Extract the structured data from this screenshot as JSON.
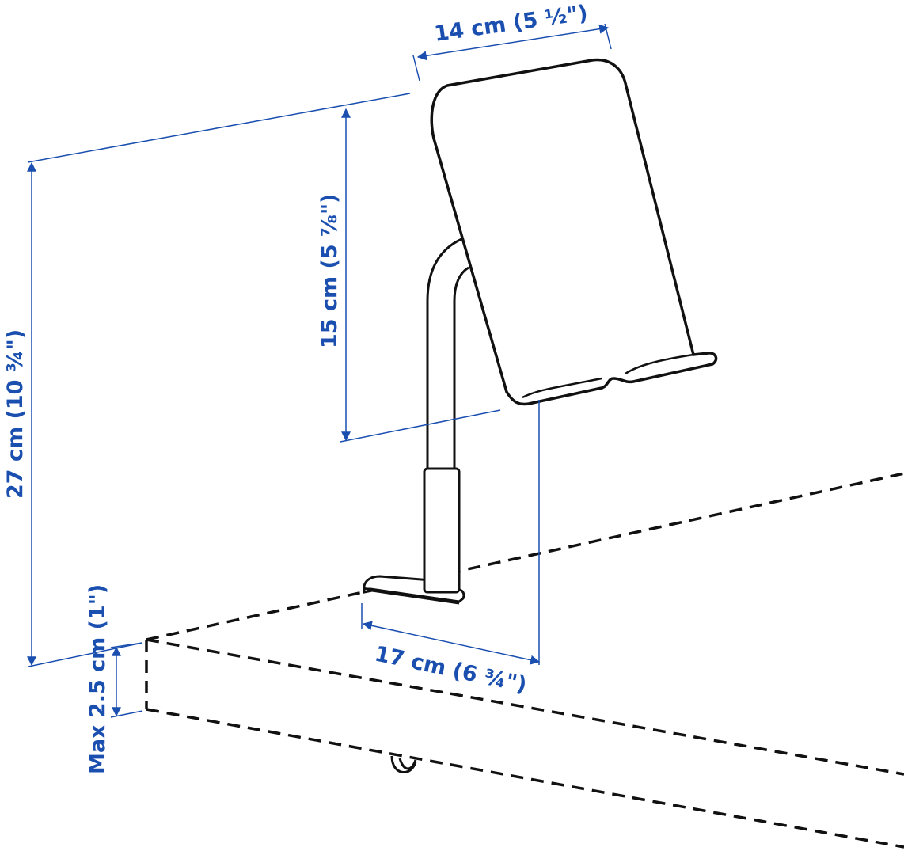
{
  "diagram": {
    "subject": "Tablet holder with clamp mounted on desk edge",
    "colors": {
      "dimension": "#1a4fb0",
      "outline": "#111111",
      "background": "#ffffff"
    },
    "dimensions": {
      "plate_width": "14 cm (5 ½\")",
      "plate_height": "15 cm (5 ⅞\")",
      "total_height": "27 cm (10 ¾\")",
      "clamp_depth": "17 cm (6 ¾\")",
      "max_thickness": "Max 2.5 cm (1\")"
    }
  }
}
